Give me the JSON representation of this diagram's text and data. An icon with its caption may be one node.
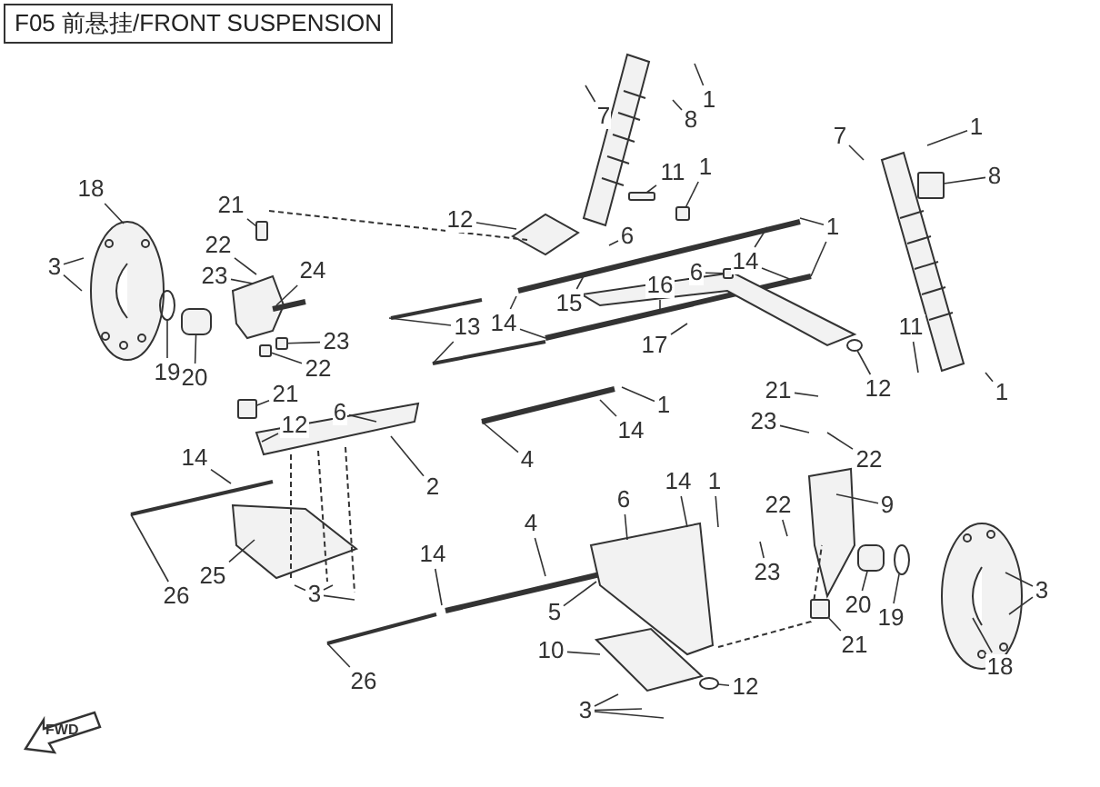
{
  "diagram": {
    "title": "F05 前悬挂/FRONT SUSPENSION",
    "nodes": [
      {
        "text": [
          "18"
        ]
      },
      {
        "text": [
          "3"
        ]
      },
      {
        "text": [
          "21"
        ]
      },
      {
        "text": [
          "22"
        ]
      },
      {
        "text": [
          "23"
        ]
      },
      {
        "text": [
          "24"
        ]
      },
      {
        "text": [
          "19"
        ]
      },
      {
        "text": [
          "20"
        ]
      },
      {
        "text": [
          "23"
        ]
      },
      {
        "text": [
          "22"
        ]
      },
      {
        "text": [
          "12"
        ]
      },
      {
        "text": [
          "13"
        ]
      },
      {
        "text": [
          "14"
        ]
      },
      {
        "text": [
          "7"
        ]
      },
      {
        "text": [
          "8"
        ]
      },
      {
        "text": [
          "1"
        ]
      },
      {
        "text": [
          "11"
        ]
      },
      {
        "text": [
          "1"
        ]
      },
      {
        "text": [
          "6"
        ]
      },
      {
        "text": [
          "15"
        ]
      },
      {
        "text": [
          "16"
        ]
      },
      {
        "text": [
          "14"
        ]
      },
      {
        "text": [
          "1"
        ]
      },
      {
        "text": [
          "6"
        ]
      },
      {
        "text": [
          "17"
        ]
      },
      {
        "text": [
          "21"
        ]
      },
      {
        "text": [
          "12"
        ]
      },
      {
        "text": [
          "7"
        ]
      },
      {
        "text": [
          "1"
        ]
      },
      {
        "text": [
          "8"
        ]
      },
      {
        "text": [
          "11"
        ]
      },
      {
        "text": [
          "1"
        ]
      },
      {
        "text": [
          "21"
        ]
      },
      {
        "text": [
          "12"
        ]
      },
      {
        "text": [
          "6"
        ]
      },
      {
        "text": [
          "2"
        ]
      },
      {
        "text": [
          "4"
        ]
      },
      {
        "text": [
          "1"
        ]
      },
      {
        "text": [
          "14"
        ]
      },
      {
        "text": [
          "23"
        ]
      },
      {
        "text": [
          "22"
        ]
      },
      {
        "text": [
          "14"
        ]
      },
      {
        "text": [
          "9"
        ]
      },
      {
        "text": [
          "6"
        ]
      },
      {
        "text": [
          "14"
        ]
      },
      {
        "text": [
          "1"
        ]
      },
      {
        "text": [
          "22"
        ]
      },
      {
        "text": [
          "4"
        ]
      },
      {
        "text": [
          "14"
        ]
      },
      {
        "text": [
          "23"
        ]
      },
      {
        "text": [
          "3"
        ]
      },
      {
        "text": [
          "26"
        ]
      },
      {
        "text": [
          "25"
        ]
      },
      {
        "text": [
          "3"
        ]
      },
      {
        "text": [
          "20"
        ]
      },
      {
        "text": [
          "19"
        ]
      },
      {
        "text": [
          "5"
        ]
      },
      {
        "text": [
          "21"
        ]
      },
      {
        "text": [
          "18"
        ]
      },
      {
        "text": [
          "10"
        ]
      },
      {
        "text": [
          "26"
        ]
      },
      {
        "text": [
          "12"
        ]
      },
      {
        "text": [
          "3"
        ]
      },
      {
        "text": [],
        "shape": "box"
      },
      {
        "text": [],
        "shape": "box"
      },
      {
        "text": [],
        "shape": "box"
      },
      {
        "text": [],
        "shape": "box"
      },
      {
        "text": [],
        "shape": "box"
      },
      {
        "text": [],
        "shape": "box"
      },
      {
        "text": [],
        "shape": "circle"
      },
      {
        "text": [],
        "shape": "box"
      },
      {
        "text": [],
        "shape": "box"
      },
      {
        "text": [],
        "shape": "circle"
      },
      {
        "text": [],
        "shape": "box"
      },
      {
        "text": [],
        "shape": "circle"
      },
      {
        "text": [],
        "shape": "box"
      },
      {
        "text": [],
        "shape": "circle"
      },
      {
        "text": [],
        "shape": "box"
      }
    ],
    "edges": [
      {
        "from": 0,
        "to": null,
        "arrow": "none"
      },
      {
        "from": 1,
        "to": null,
        "arrow": "none"
      },
      {
        "from": 1,
        "to": null,
        "arrow": "none"
      },
      {
        "from": 2,
        "to": 65,
        "arrow": "none"
      },
      {
        "from": 3,
        "to": null,
        "arrow": "none"
      },
      {
        "from": 4,
        "to": null,
        "arrow": "none"
      },
      {
        "from": 5,
        "to": null,
        "arrow": "none"
      },
      {
        "from": 6,
        "to": 76,
        "arrow": "none"
      },
      {
        "from": 7,
        "to": 63,
        "arrow": "none"
      },
      {
        "from": 8,
        "to": 67,
        "arrow": "none"
      },
      {
        "from": 9,
        "to": 66,
        "arrow": "none"
      },
      {
        "from": 10,
        "to": null,
        "arrow": "none"
      },
      {
        "from": 11,
        "to": null,
        "arrow": "none"
      },
      {
        "from": 11,
        "to": null,
        "arrow": "none"
      },
      {
        "from": 12,
        "to": null,
        "arrow": "none"
      },
      {
        "from": 12,
        "to": null,
        "arrow": "none"
      },
      {
        "from": 13,
        "to": null,
        "arrow": "none"
      },
      {
        "from": 14,
        "to": null,
        "arrow": "none"
      },
      {
        "from": 15,
        "to": null,
        "arrow": "none"
      },
      {
        "from": 16,
        "to": 77,
        "arrow": "none"
      },
      {
        "from": 17,
        "to": 68,
        "arrow": "none"
      },
      {
        "from": 18,
        "to": null,
        "arrow": "none"
      },
      {
        "from": 19,
        "to": null,
        "arrow": "none"
      },
      {
        "from": 20,
        "to": null,
        "arrow": "none"
      },
      {
        "from": 21,
        "to": null,
        "arrow": "none"
      },
      {
        "from": 21,
        "to": null,
        "arrow": "none"
      },
      {
        "from": 22,
        "to": null,
        "arrow": "none"
      },
      {
        "from": 22,
        "to": null,
        "arrow": "none"
      },
      {
        "from": 23,
        "to": 70,
        "arrow": "none"
      },
      {
        "from": 24,
        "to": null,
        "arrow": "none"
      },
      {
        "from": 25,
        "to": null,
        "arrow": "none"
      },
      {
        "from": 26,
        "to": 72,
        "arrow": "none"
      },
      {
        "from": 27,
        "to": null,
        "arrow": "none"
      },
      {
        "from": 28,
        "to": null,
        "arrow": "none"
      },
      {
        "from": 29,
        "to": 75,
        "arrow": "none"
      },
      {
        "from": 30,
        "to": null,
        "arrow": "none"
      },
      {
        "from": 31,
        "to": null,
        "arrow": "none"
      },
      {
        "from": 32,
        "to": 64,
        "arrow": "none"
      },
      {
        "from": 33,
        "to": null,
        "arrow": "none"
      },
      {
        "from": 34,
        "to": null,
        "arrow": "none"
      },
      {
        "from": 35,
        "to": null,
        "arrow": "none"
      },
      {
        "from": 36,
        "to": null,
        "arrow": "none"
      },
      {
        "from": 37,
        "to": null,
        "arrow": "none"
      },
      {
        "from": 38,
        "to": null,
        "arrow": "none"
      },
      {
        "from": 39,
        "to": null,
        "arrow": "none"
      },
      {
        "from": 40,
        "to": null,
        "arrow": "none"
      },
      {
        "from": 41,
        "to": null,
        "arrow": "none"
      },
      {
        "from": 42,
        "to": null,
        "arrow": "none"
      },
      {
        "from": 43,
        "to": null,
        "arrow": "none"
      },
      {
        "from": 44,
        "to": null,
        "arrow": "none"
      },
      {
        "from": 45,
        "to": null,
        "arrow": "none"
      },
      {
        "from": 46,
        "to": null,
        "arrow": "none"
      },
      {
        "from": 47,
        "to": null,
        "arrow": "none"
      },
      {
        "from": 48,
        "to": null,
        "arrow": "none"
      },
      {
        "from": 49,
        "to": null,
        "arrow": "none"
      },
      {
        "from": 50,
        "to": null,
        "arrow": "none"
      },
      {
        "from": 50,
        "to": null,
        "arrow": "none"
      },
      {
        "from": 51,
        "to": null,
        "arrow": "none"
      },
      {
        "from": 52,
        "to": null,
        "arrow": "none"
      },
      {
        "from": 53,
        "to": null,
        "arrow": "none"
      },
      {
        "from": 53,
        "to": null,
        "arrow": "none"
      },
      {
        "from": 53,
        "to": null,
        "arrow": "none"
      },
      {
        "from": 54,
        "to": 73,
        "arrow": "none"
      },
      {
        "from": 55,
        "to": 74,
        "arrow": "none"
      },
      {
        "from": 56,
        "to": null,
        "arrow": "none"
      },
      {
        "from": 57,
        "to": 71,
        "arrow": "none"
      },
      {
        "from": 58,
        "to": null,
        "arrow": "none"
      },
      {
        "from": 59,
        "to": null,
        "arrow": "none"
      },
      {
        "from": 60,
        "to": null,
        "arrow": "none"
      },
      {
        "from": 61,
        "to": 69,
        "arrow": "none"
      },
      {
        "from": 62,
        "to": null,
        "arrow": "none"
      },
      {
        "from": 62,
        "to": null,
        "arrow": "none"
      },
      {
        "from": 62,
        "to": null,
        "arrow": "none"
      }
    ],
    "labels": [
      "FWD"
    ]
  }
}
